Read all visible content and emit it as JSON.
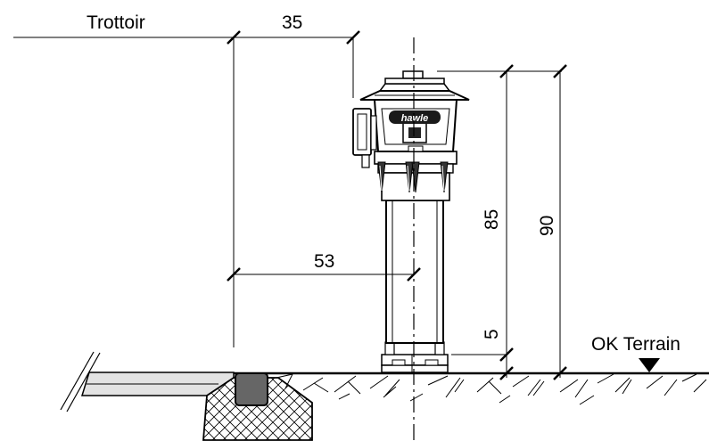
{
  "labels": {
    "sidewalk": "Trottoir",
    "ground_level": "OK Terrain",
    "brand": "hawle"
  },
  "dimensions": {
    "offset_top": "35",
    "offset_axis": "53",
    "height_body": "85",
    "height_total": "90",
    "height_base": "5"
  },
  "icons": {
    "ground_marker": "triangle-down-icon"
  }
}
